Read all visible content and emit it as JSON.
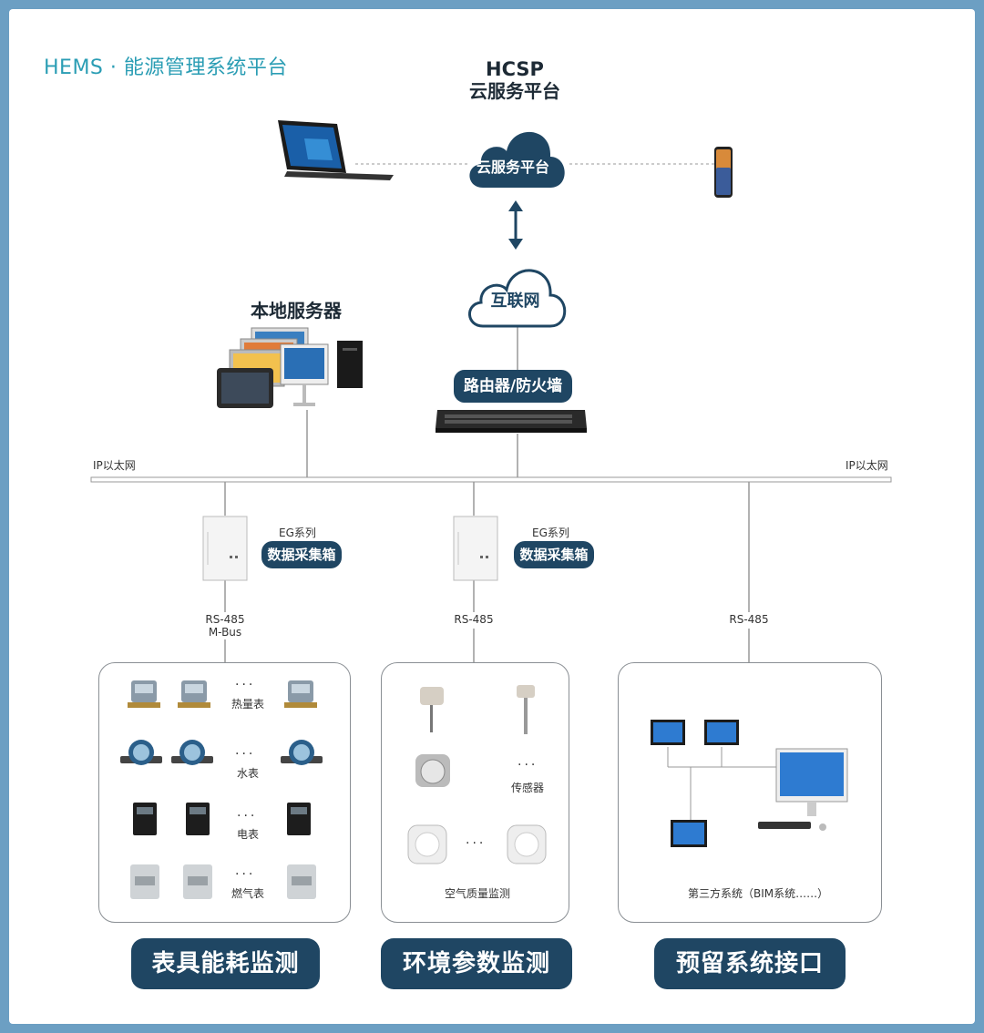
{
  "header": {
    "title": "HEMS · 能源管理系统平台"
  },
  "cloud_platform": {
    "heading_line1": "HCSP",
    "heading_line2": "云服务平台",
    "cloud_label": "云服务平台"
  },
  "internet": {
    "label": "互联网"
  },
  "local_server": {
    "label": "本地服务器"
  },
  "router": {
    "label": "路由器/防火墙"
  },
  "ethernet": {
    "left_label": "IP以太网",
    "right_label": "IP以太网"
  },
  "gateways": [
    {
      "series": "EG系列",
      "name": "数据采集箱",
      "protocol_line1": "RS-485",
      "protocol_line2": "M-Bus"
    },
    {
      "series": "EG系列",
      "name": "数据采集箱",
      "protocol_line1": "RS-485"
    }
  ],
  "third_link": {
    "protocol": "RS-485"
  },
  "meters_panel": {
    "ellipsis": "···",
    "rows": [
      {
        "label": "热量表",
        "icon": "heat-meter-icon"
      },
      {
        "label": "水表",
        "icon": "water-meter-icon"
      },
      {
        "label": "电表",
        "icon": "electric-meter-icon"
      },
      {
        "label": "燃气表",
        "icon": "gas-meter-icon"
      }
    ]
  },
  "env_panel": {
    "sensor_label": "传感器",
    "air_label": "空气质量监测",
    "ellipsis": "···"
  },
  "third_party_panel": {
    "label": "第三方系统（BIM系统……）"
  },
  "sections": [
    {
      "label": "表具能耗监测"
    },
    {
      "label": "环境参数监测"
    },
    {
      "label": "预留系统接口"
    }
  ],
  "colors": {
    "accent": "#1f4663",
    "title": "#2a9db4",
    "border": "#6c9fc3"
  }
}
